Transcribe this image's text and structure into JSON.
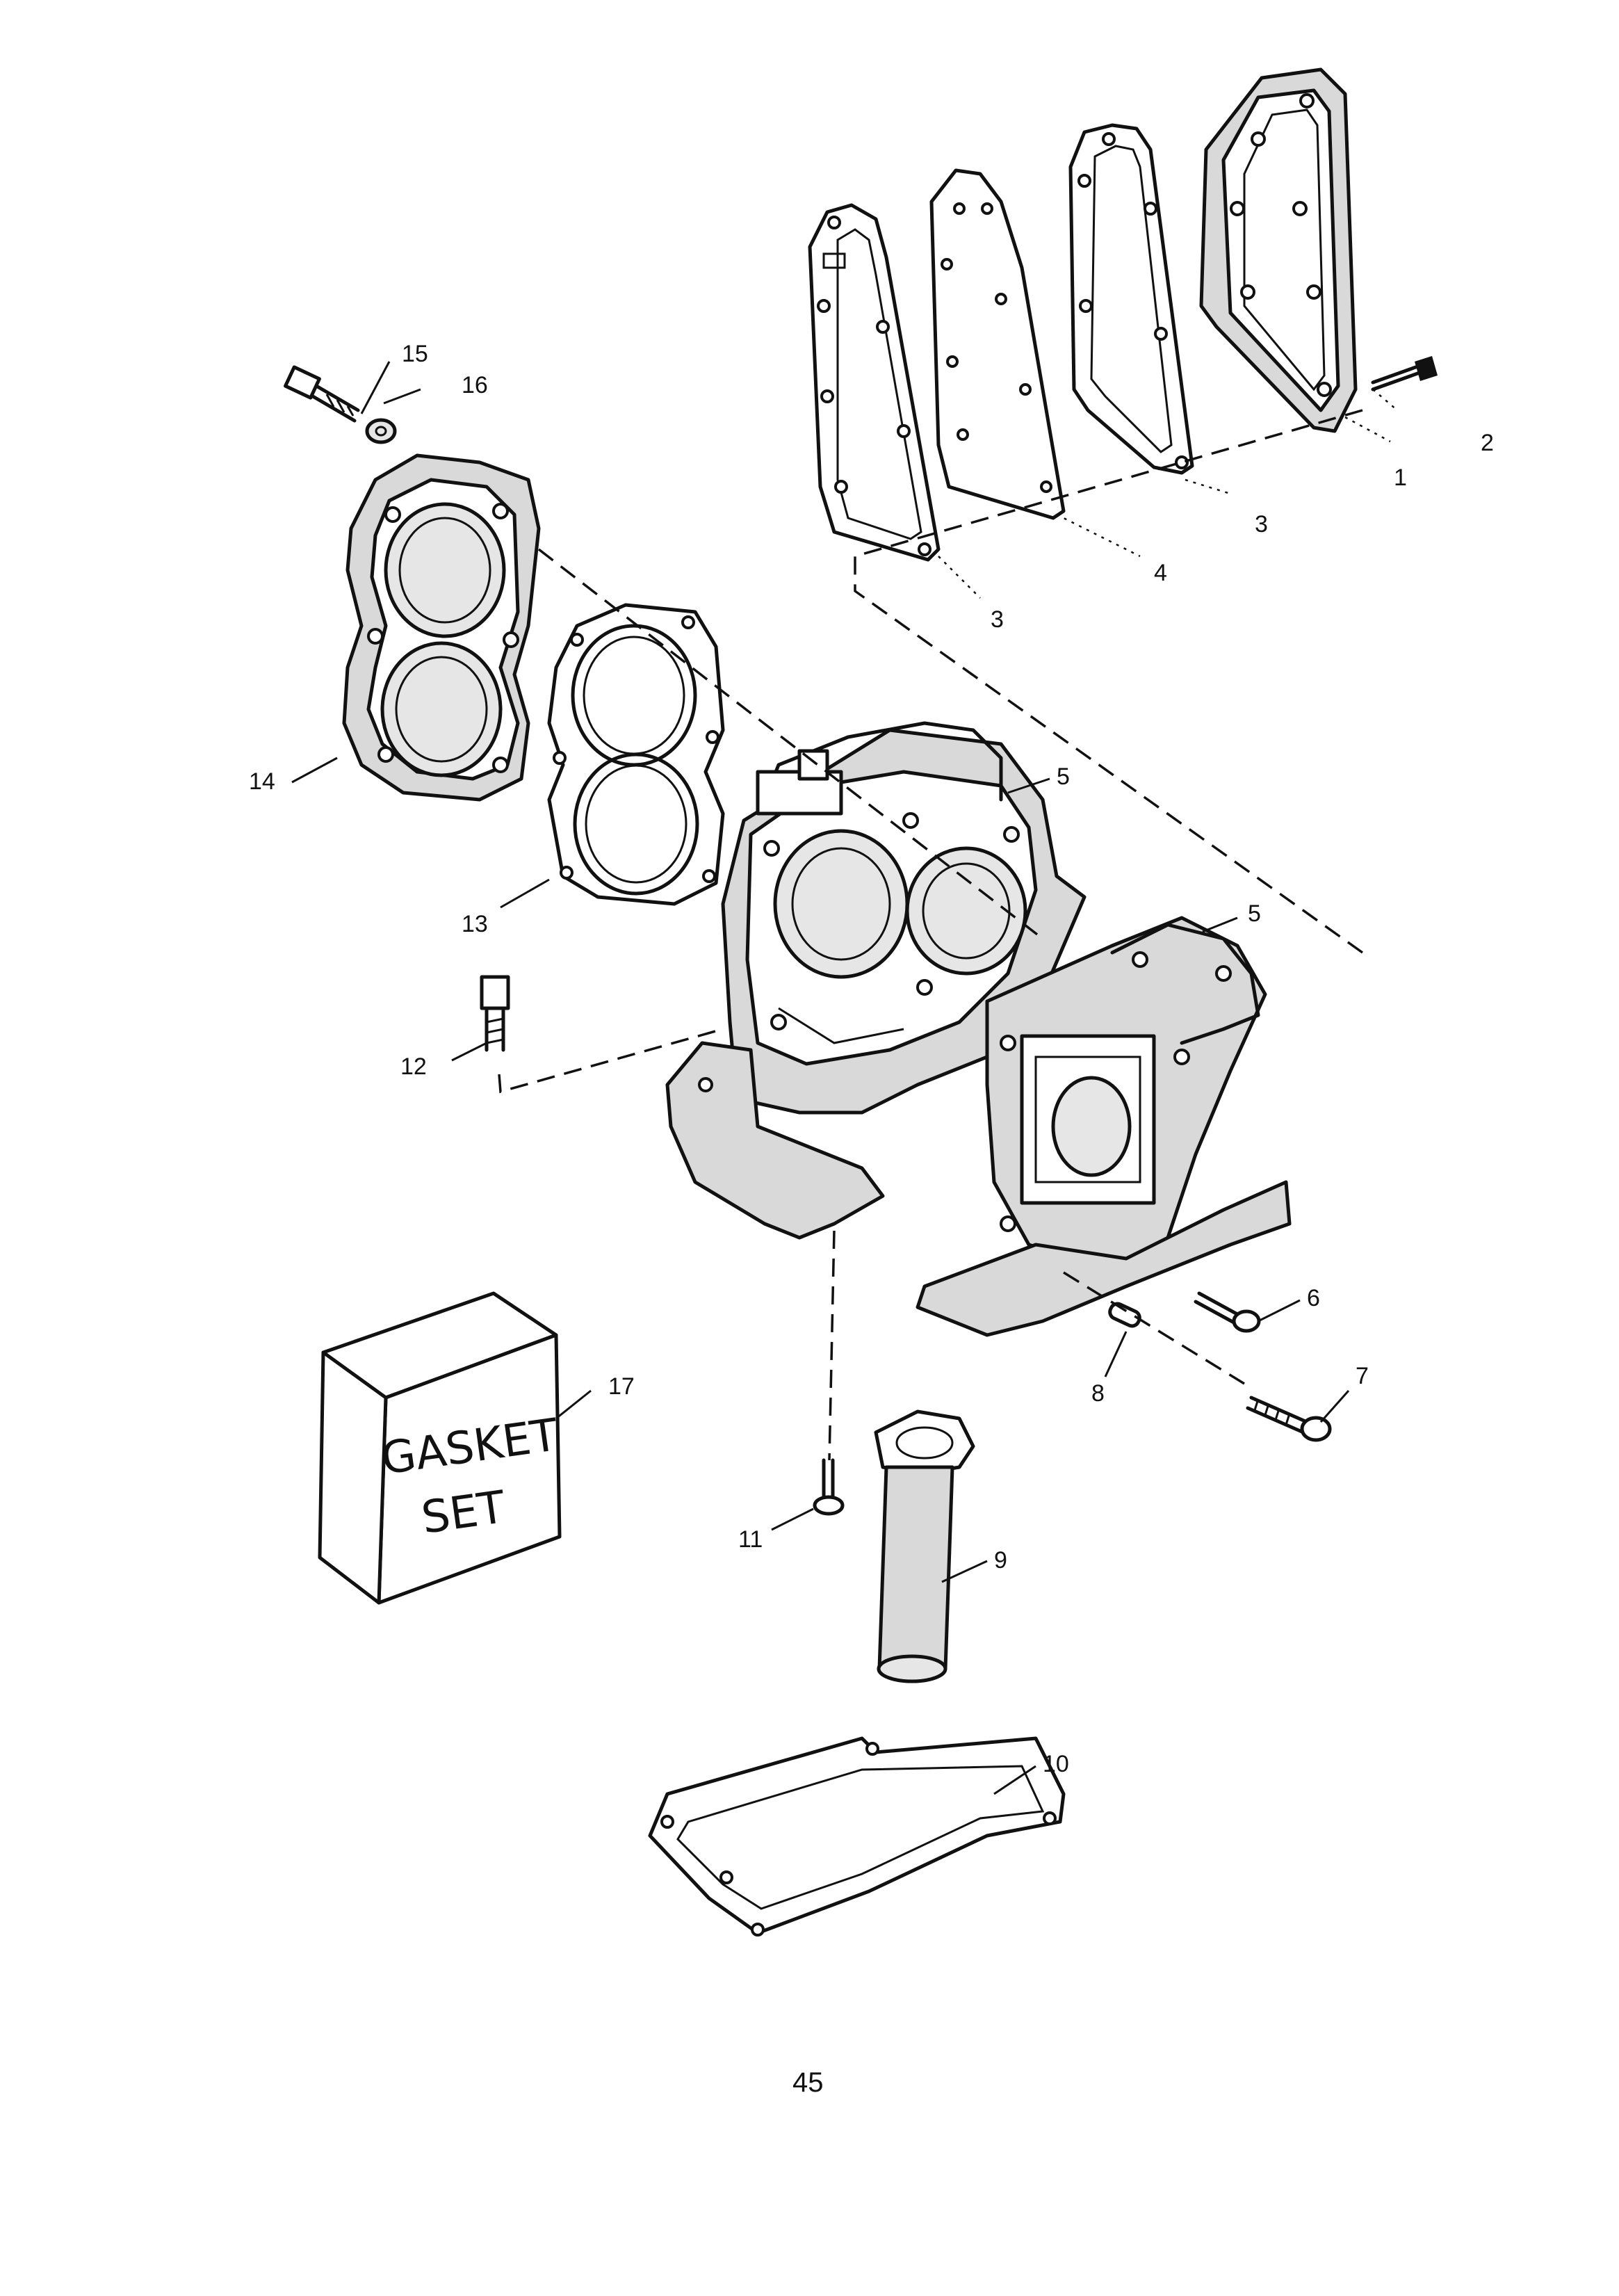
{
  "diagram": {
    "callouts": [
      {
        "id": "c1",
        "label": "1"
      },
      {
        "id": "c2",
        "label": "2"
      },
      {
        "id": "c3a",
        "label": "3"
      },
      {
        "id": "c3b",
        "label": "3"
      },
      {
        "id": "c4",
        "label": "4"
      },
      {
        "id": "c5a",
        "label": "5"
      },
      {
        "id": "c5b",
        "label": "5"
      },
      {
        "id": "c6",
        "label": "6"
      },
      {
        "id": "c7",
        "label": "7"
      },
      {
        "id": "c8",
        "label": "8"
      },
      {
        "id": "c9",
        "label": "9"
      },
      {
        "id": "c10",
        "label": "10"
      },
      {
        "id": "c11",
        "label": "11"
      },
      {
        "id": "c12",
        "label": "12"
      },
      {
        "id": "c13",
        "label": "13"
      },
      {
        "id": "c14",
        "label": "14"
      },
      {
        "id": "c15",
        "label": "15"
      },
      {
        "id": "c16",
        "label": "16"
      },
      {
        "id": "c17",
        "label": "17"
      }
    ],
    "gasket_box": {
      "line1": "GASKET",
      "line2": "SET"
    }
  },
  "page_number": "45"
}
